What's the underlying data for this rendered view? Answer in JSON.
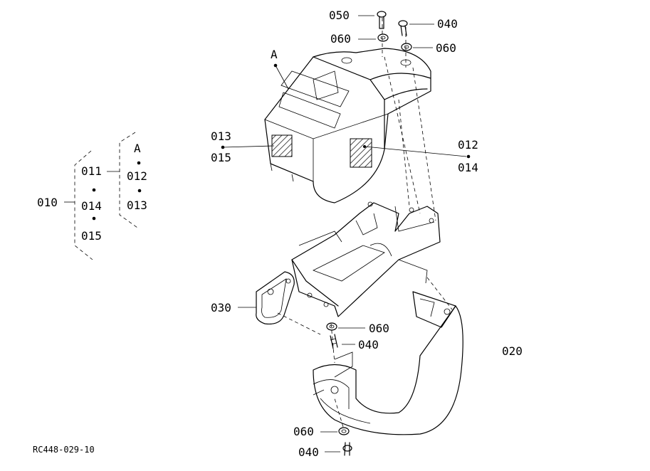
{
  "callouts": {
    "c050": "050",
    "c060a": "060",
    "c040a": "040",
    "c060b": "060",
    "refA_main": "A",
    "c013a": "013",
    "c015a": "015",
    "c012": "012",
    "c014": "014",
    "c030": "030",
    "c060c": "060",
    "c040b": "040",
    "c020": "020",
    "c060d": "060",
    "c040c": "040"
  },
  "legend": {
    "c010": "010",
    "c011": "011",
    "c014": "014",
    "c015": "015",
    "refA": "A",
    "c012": "012",
    "c013": "013"
  },
  "drawing_code": "RC448-029-10"
}
